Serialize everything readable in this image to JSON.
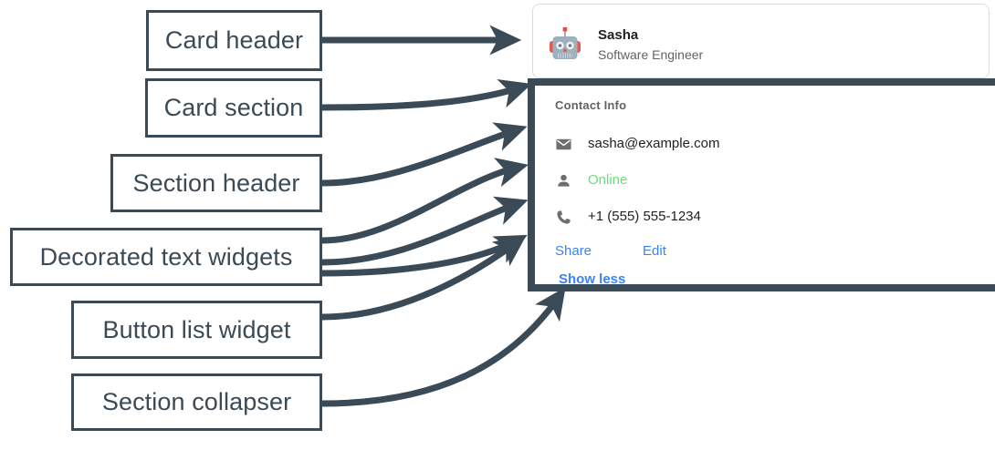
{
  "annotations": [
    {
      "id": "card-header",
      "label": "Card header"
    },
    {
      "id": "card-section",
      "label": "Card section"
    },
    {
      "id": "section-header",
      "label": "Section header"
    },
    {
      "id": "decorated-text",
      "label": "Decorated text widgets"
    },
    {
      "id": "button-list",
      "label": "Button list widget"
    },
    {
      "id": "section-collapser",
      "label": "Section collapser"
    }
  ],
  "card": {
    "header": {
      "avatar_icon": "robot-avatar-icon",
      "title": "Sasha",
      "subtitle": "Software Engineer"
    },
    "section": {
      "header": "Contact Info",
      "rows": [
        {
          "icon": "email-icon",
          "text": "sasha@example.com",
          "style": "default"
        },
        {
          "icon": "person-icon",
          "text": "Online",
          "style": "online"
        },
        {
          "icon": "phone-icon",
          "text": "+1 (555) 555-1234",
          "style": "default"
        }
      ],
      "buttons": [
        {
          "label": "Share"
        },
        {
          "label": "Edit"
        }
      ],
      "collapser": "Show less"
    }
  },
  "colors": {
    "annotation_stroke": "#3b4a57",
    "link_blue": "#3b82f6",
    "online_green": "#6bdb7c",
    "muted_gray": "#5f6368"
  }
}
